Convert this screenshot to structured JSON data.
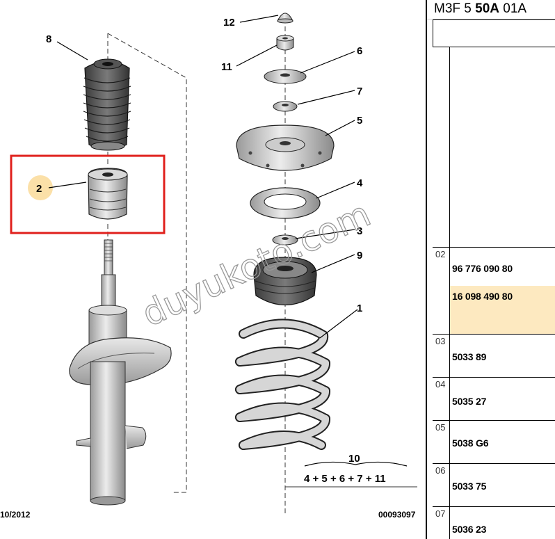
{
  "panel": {
    "code_prefix": "M3F 5 ",
    "code_bold": "50A",
    "code_suffix": " 01A",
    "rows": [
      {
        "num": "02",
        "parts": [
          "96 776 090 80",
          "16 098 490 80"
        ]
      },
      {
        "num": "03",
        "parts": [
          "5033 89"
        ]
      },
      {
        "num": "04",
        "parts": [
          "5035 27"
        ]
      },
      {
        "num": "05",
        "parts": [
          "5038 G6"
        ]
      },
      {
        "num": "06",
        "parts": [
          "5033 75"
        ]
      },
      {
        "num": "07",
        "parts": [
          "5036 23"
        ]
      }
    ],
    "highlight_color": "#fde9c0"
  },
  "diagram": {
    "callouts": [
      "8",
      "2",
      "12",
      "11",
      "6",
      "7",
      "5",
      "4",
      "3",
      "9",
      "1",
      "10"
    ],
    "kit_formula": "4 + 5 + 6 + 7 + 11",
    "date": "10/2012",
    "ref": "00093097",
    "watermark": "duyukoto.com",
    "highlight_box_color": "#e0201c",
    "callout_badge_color": "#fbe0a8"
  }
}
